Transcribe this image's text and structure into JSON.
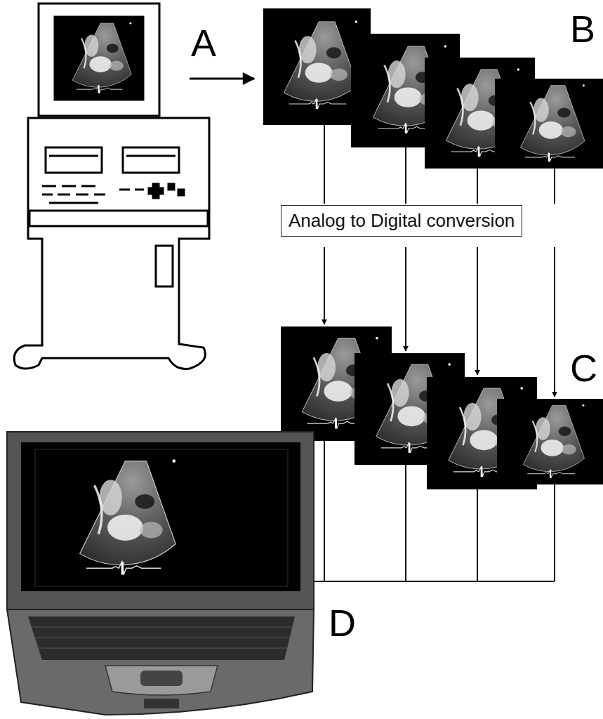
{
  "diagram": {
    "nodes": [
      {
        "text": [
          "Analog to Digital conversion"
        ]
      }
    ],
    "labels": [
      "A",
      "B",
      "C",
      "D"
    ]
  }
}
